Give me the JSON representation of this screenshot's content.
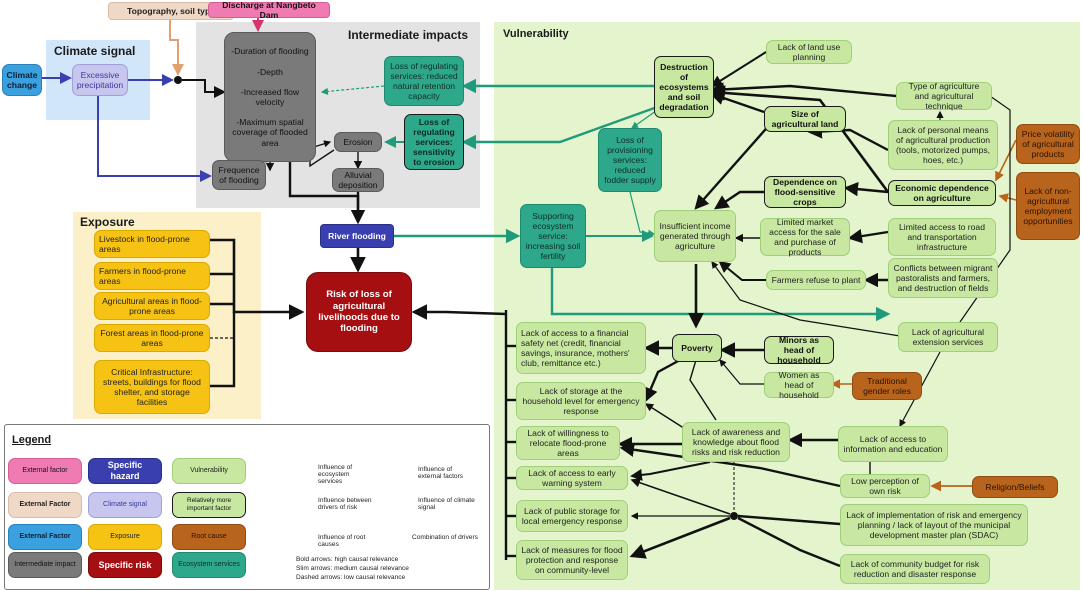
{
  "regions": {
    "climate_signal": "Climate signal",
    "intermediate_impacts": "Intermediate impacts",
    "vulnerability": "Vulnerability",
    "exposure": "Exposure"
  },
  "external": {
    "topography": "Topography, soil type",
    "discharge": "Discharge at Nangbeto Dam",
    "climate_change": "Climate change"
  },
  "climate": {
    "excessive_precipitation": "Excessive precipitation"
  },
  "intermediate": {
    "flood_characteristics": "-Duration of flooding\n\n-Depth\n\n-Increased flow velocity\n\n-Maximum spatial coverage of flooded area",
    "frequence_of_flooding": "Frequence of flooding",
    "erosion": "Erosion",
    "alluvial_deposition": "Alluvial deposition"
  },
  "ecosystem": {
    "loss_regulating_retention": "Loss of regulating services: reduced natural retention capacity",
    "loss_regulating_erosion": "Loss of regulating services: sensitivity to erosion",
    "loss_provisioning": "Loss of provisioning services: reduced fodder supply",
    "supporting_service": "Supporting ecosystem service: increasing soil fertility"
  },
  "hazard": {
    "river_flooding": "River flooding"
  },
  "risk": {
    "main": "Risk of loss of agricultural livelihoods due to flooding"
  },
  "exposure": {
    "livestock": "Livestock in flood-prone areas",
    "farmers": "Farmers in flood-prone areas",
    "agricultural_areas": "Agricultural areas in flood-prone areas",
    "forest_areas": "Forest areas in flood-prone areas",
    "infrastructure": "Critical Infrastructure: streets, buildings for flood shelter, and storage facilities"
  },
  "vulnerability": {
    "land_use_planning": "Lack of land use planning",
    "destruction_ecosystems": "Destruction of ecosystems and soil degradation",
    "type_agriculture": "Type of agriculture and agricultural technique",
    "size_agricultural_land": "Size of agricultural land",
    "personal_means": "Lack of personal means of agricultural production (tools, motorized pumps, hoes, etc.)",
    "dependence_crops": "Dependence on flood-sensitive crops",
    "economic_dependence": "Economic dependence on agriculture",
    "insufficient_income": "Insufficient income generated through agriculture",
    "limited_market": "Limited market access for the sale and purchase of products",
    "limited_road": "Limited access to road and transportation infrastructure",
    "farmers_refuse": "Farmers refuse to plant",
    "conflicts": "Conflicts between migrant pastoralists and farmers, and destruction of fields",
    "extension_services": "Lack of agricultural extension services",
    "safety_net": "Lack of access to a financial safety net (credit, financial savings, insurance, mothers' club, remittance etc.)",
    "poverty": "Poverty",
    "minors_head": "Minors as head of household",
    "women_head": "Women as head of household",
    "storage_household": "Lack of storage at the household level for emergency response",
    "willingness_relocate": "Lack of willingness to relocate flood-prone areas",
    "awareness": "Lack of awareness and knowledge about flood risks and risk reduction",
    "access_information": "Lack of access to information and education",
    "early_warning": "Lack of access to early warning system",
    "low_perception": "Low perception of own risk",
    "public_storage": "Lack of public storage for local emergency response",
    "implementation_planning": "Lack of implementation of risk and emergency planning / lack of layout of the municipal development master plan (SDAC)",
    "measures_protection": "Lack of measures for flood protection and response on community-level",
    "community_budget": "Lack of community budget for risk reduction and disaster response"
  },
  "root_causes": {
    "price_volatility": "Price volatility of agricultural products",
    "non_agricultural": "Lack of non-agricultural employment opportunities",
    "gender_roles": "Traditional gender roles",
    "religion": "Religion/Beliefs"
  },
  "legend": {
    "title": "Legend",
    "external_factor_1": "External factor",
    "external_factor_2": "External Factor",
    "external_factor_3": "External Factor",
    "intermediate_impact": "Intermediate impact",
    "specific_hazard": "Specific hazard",
    "climate_signal": "Climate signal",
    "exposure": "Exposure",
    "specific_risk": "Specific risk",
    "vulnerability": "Vulnerability",
    "more_important": "Relatively more important factor",
    "root_cause": "Root cause",
    "ecosystem_services": "Ecosystem services",
    "influence_ecosystem": "Influence of ecosystem services",
    "influence_drivers": "Influence between drivers of risk",
    "influence_root": "Influence of root causes",
    "influence_external": "Influence of external factors",
    "influence_climate": "Influence of climate signal",
    "combination": "Combination of drivers",
    "note_bold": "Bold arrows: high causal relevance",
    "note_slim": "Slim arrows: medium causal relevance",
    "note_dashed": "Dashed arrows: low causal relevance"
  },
  "colors": {
    "vulnerability": "#c8e8a2",
    "ecosystem": "#2ea88a",
    "exposure": "#f6c315",
    "root_cause": "#b8641c",
    "intermediate": "#7a7a7a",
    "hazard": "#3a3fb0",
    "risk": "#a50f12",
    "climate": "#c6c6ef"
  }
}
